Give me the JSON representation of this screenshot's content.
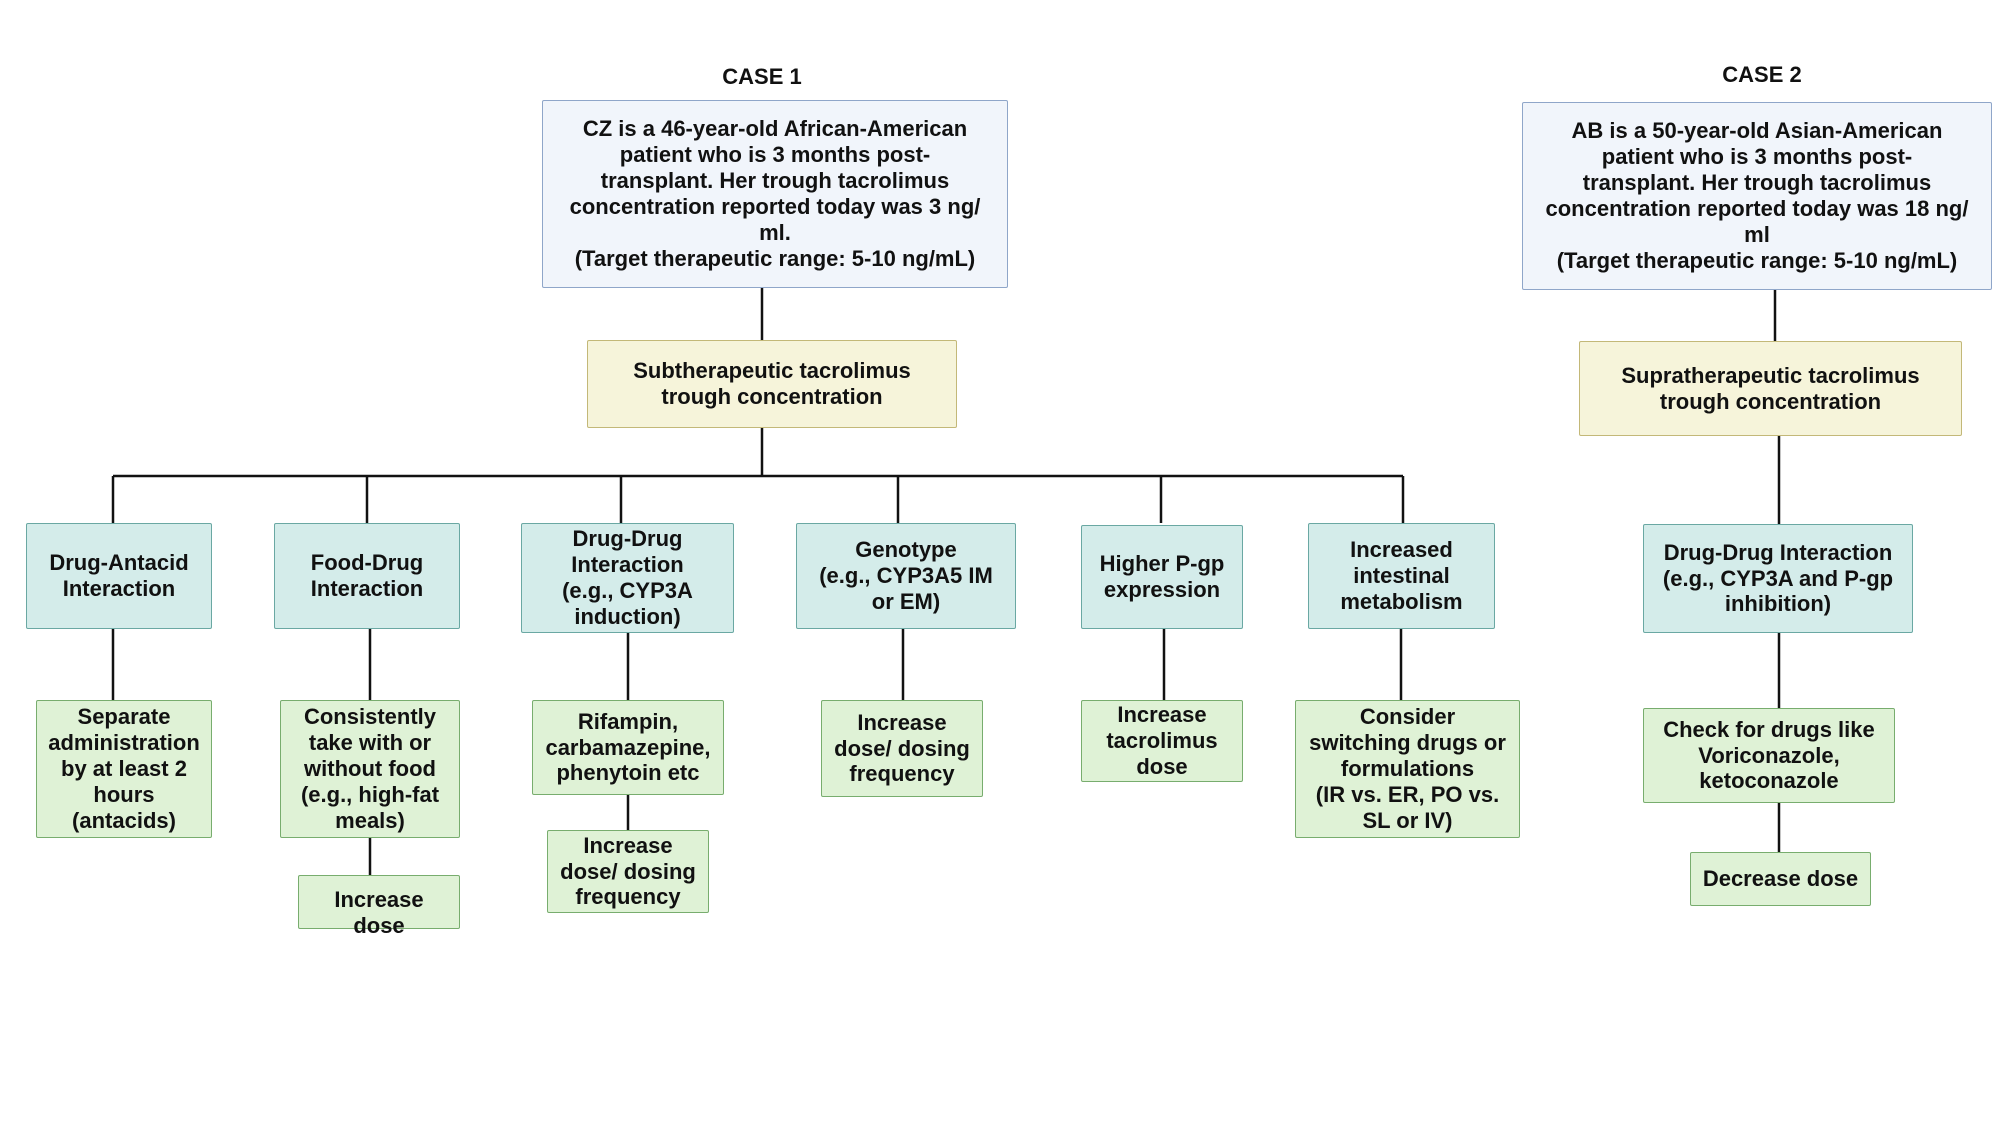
{
  "case1": {
    "title": "CASE 1",
    "description": "CZ is a 46-year-old African-American\npatient who is 3 months post-\ntransplant. Her trough tacrolimus\nconcentration reported today was 3 ng/\nml.\n(Target therapeutic range: 5-10 ng/mL)",
    "finding": "Subtherapeutic tacrolimus\ntrough concentration",
    "causes": [
      "Drug-Antacid\nInteraction",
      "Food-Drug\nInteraction",
      "Drug-Drug\nInteraction\n(e.g., CYP3A\ninduction)",
      "Genotype\n(e.g., CYP3A5 IM\nor EM)",
      "Higher P-gp\nexpression",
      "Increased\nintestinal\nmetabolism"
    ],
    "actions": [
      "Separate\nadministration\nby at least 2\nhours\n(antacids)",
      "Consistently\ntake with or\nwithout food\n(e.g., high-fat\nmeals)",
      "Rifampin,\ncarbamazepine,\nphenytoin etc",
      "Increase\ndose/ dosing\nfrequency",
      "Increase\ntacrolimus\ndose",
      "Consider\nswitching drugs or\nformulations\n(IR vs. ER, PO vs.\nSL or IV)"
    ],
    "secondary_actions": [
      "Increase\ndose",
      "Increase\ndose/ dosing\nfrequency"
    ]
  },
  "case2": {
    "title": "CASE 2",
    "description": "AB is a 50-year-old Asian-American\npatient who is 3 months post-\ntransplant. Her trough tacrolimus\nconcentration reported today was 18 ng/\nml\n(Target therapeutic range: 5-10 ng/mL)",
    "finding": "Supratherapeutic tacrolimus\ntrough concentration",
    "cause": "Drug-Drug Interaction\n(e.g., CYP3A and P-gp\ninhibition)",
    "action": "Check for drugs like\nVoriconazole,\nketoconazole",
    "secondary_action": "Decrease dose"
  }
}
